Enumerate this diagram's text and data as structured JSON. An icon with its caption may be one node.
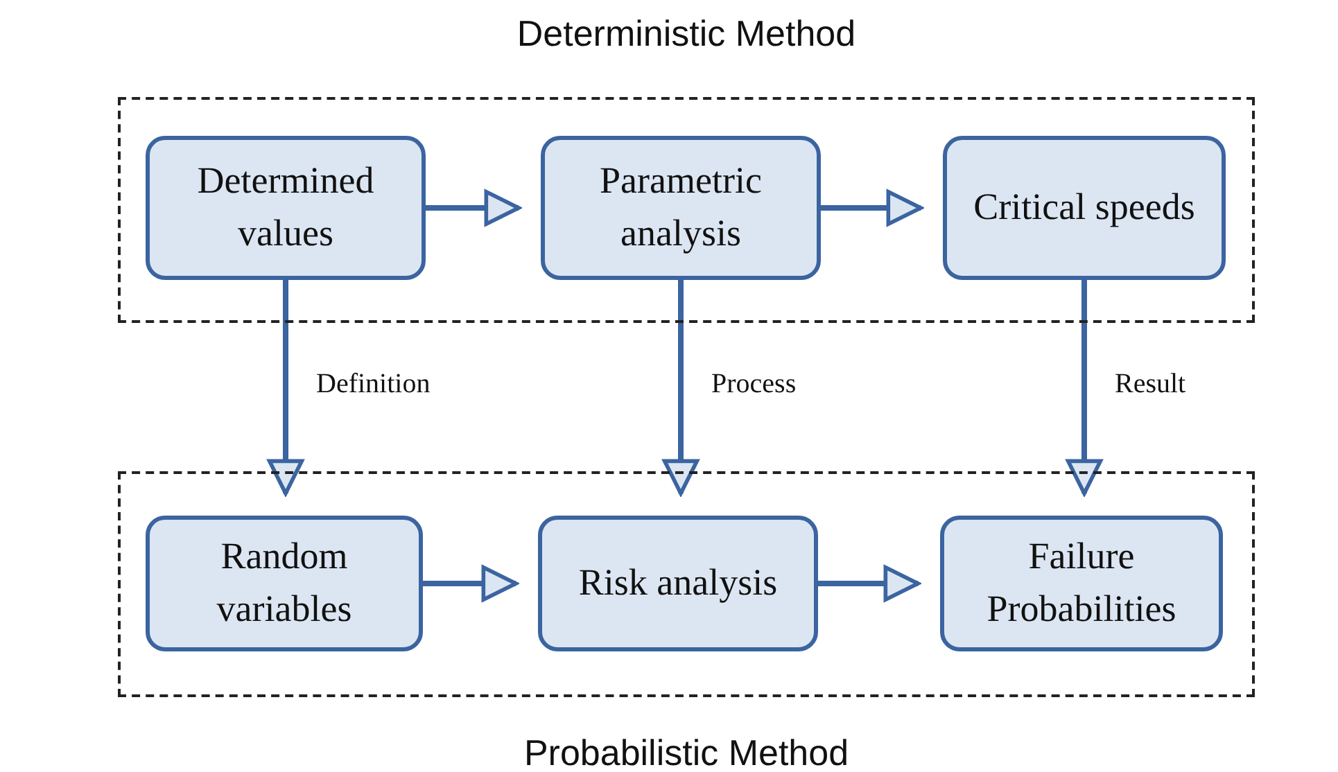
{
  "diagram": {
    "nodes": [
      {
        "text": [
          "Deterministic Method"
        ]
      },
      {
        "text": [
          "Determined values"
        ],
        "in": 0
      },
      {
        "text": [
          "Parametric analysis"
        ],
        "in": 0
      },
      {
        "text": [
          "Critical speeds"
        ],
        "in": 0
      },
      {
        "text": [
          "Probabilistic Method"
        ]
      },
      {
        "text": [
          "Random variables"
        ],
        "in": 4
      },
      {
        "text": [
          "Risk analysis"
        ],
        "in": 4
      },
      {
        "text": [
          "Failure Probabilities"
        ],
        "in": 4
      }
    ],
    "edges": [
      {
        "from": 1,
        "to": 2,
        "arrow": "to"
      },
      {
        "from": 2,
        "to": 3,
        "arrow": "to"
      },
      {
        "from": 2,
        "to": 6,
        "label": "Process",
        "arrow": "to"
      },
      {
        "from": 5,
        "to": 6,
        "arrow": "to"
      },
      {
        "from": 6,
        "to": 7,
        "arrow": "to"
      },
      {
        "from": 1,
        "to": 5,
        "label": "Definition",
        "arrow": "to"
      },
      {
        "from": 3,
        "to": 7,
        "label": "Result",
        "arrow": "to"
      }
    ]
  }
}
